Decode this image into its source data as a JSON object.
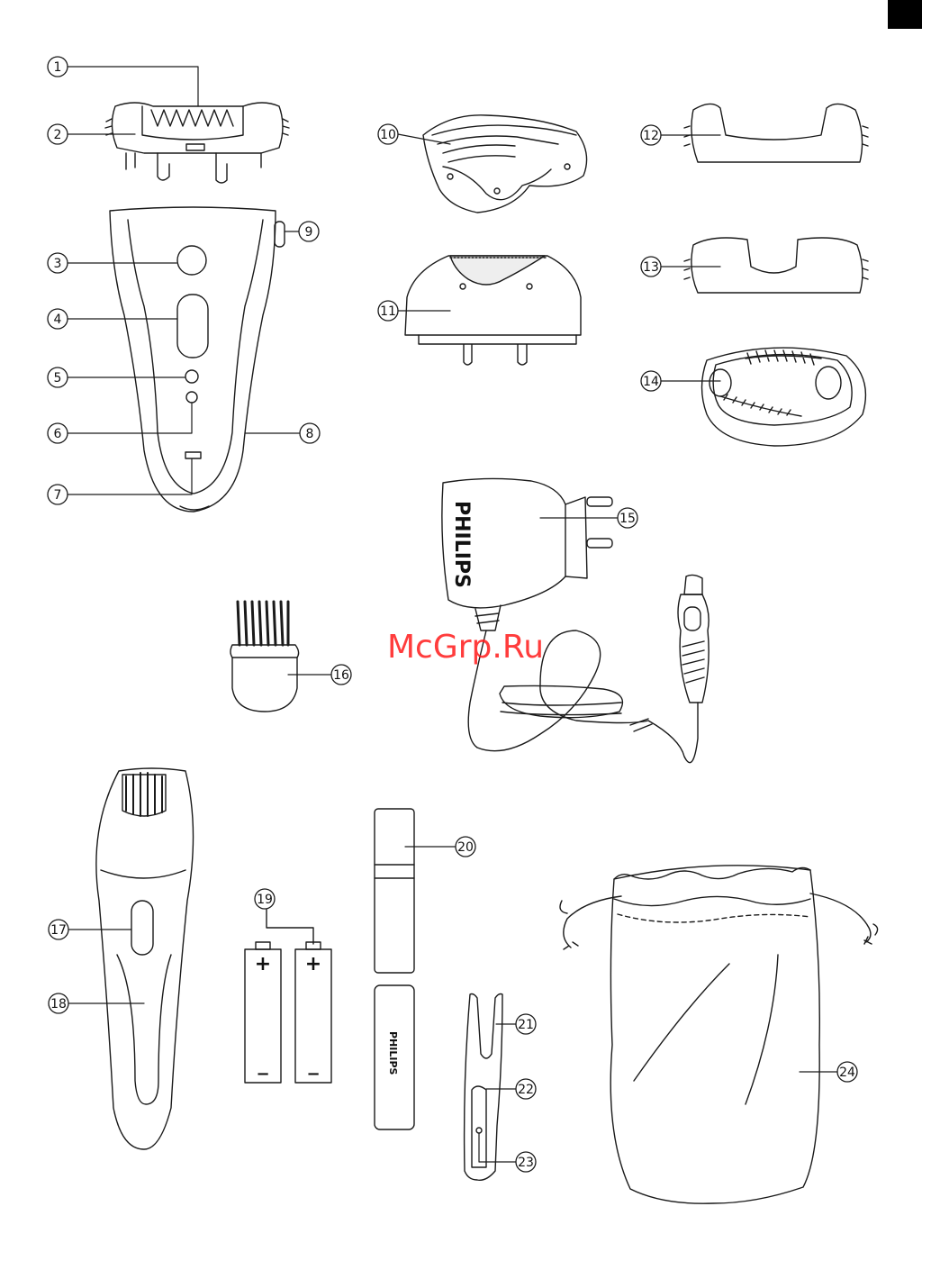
{
  "page": {
    "corner_tab_color": "#000000"
  },
  "callouts": [
    {
      "n": "1"
    },
    {
      "n": "2"
    },
    {
      "n": "3"
    },
    {
      "n": "4"
    },
    {
      "n": "5"
    },
    {
      "n": "6"
    },
    {
      "n": "7"
    },
    {
      "n": "8"
    },
    {
      "n": "9"
    },
    {
      "n": "10"
    },
    {
      "n": "11"
    },
    {
      "n": "12"
    },
    {
      "n": "13"
    },
    {
      "n": "14"
    },
    {
      "n": "15"
    },
    {
      "n": "16"
    },
    {
      "n": "17"
    },
    {
      "n": "18"
    },
    {
      "n": "19"
    },
    {
      "n": "20"
    },
    {
      "n": "21"
    },
    {
      "n": "22"
    },
    {
      "n": "23"
    },
    {
      "n": "24"
    }
  ],
  "brand": {
    "adapter_text": "PHILIPS",
    "case_text": "PHILIPS"
  },
  "battery": {
    "plus": "+",
    "minus": "−"
  },
  "watermark": "McGrp.Ru",
  "colors": {
    "line": "#1a1a1a",
    "watermark": "#ff1a1a"
  }
}
